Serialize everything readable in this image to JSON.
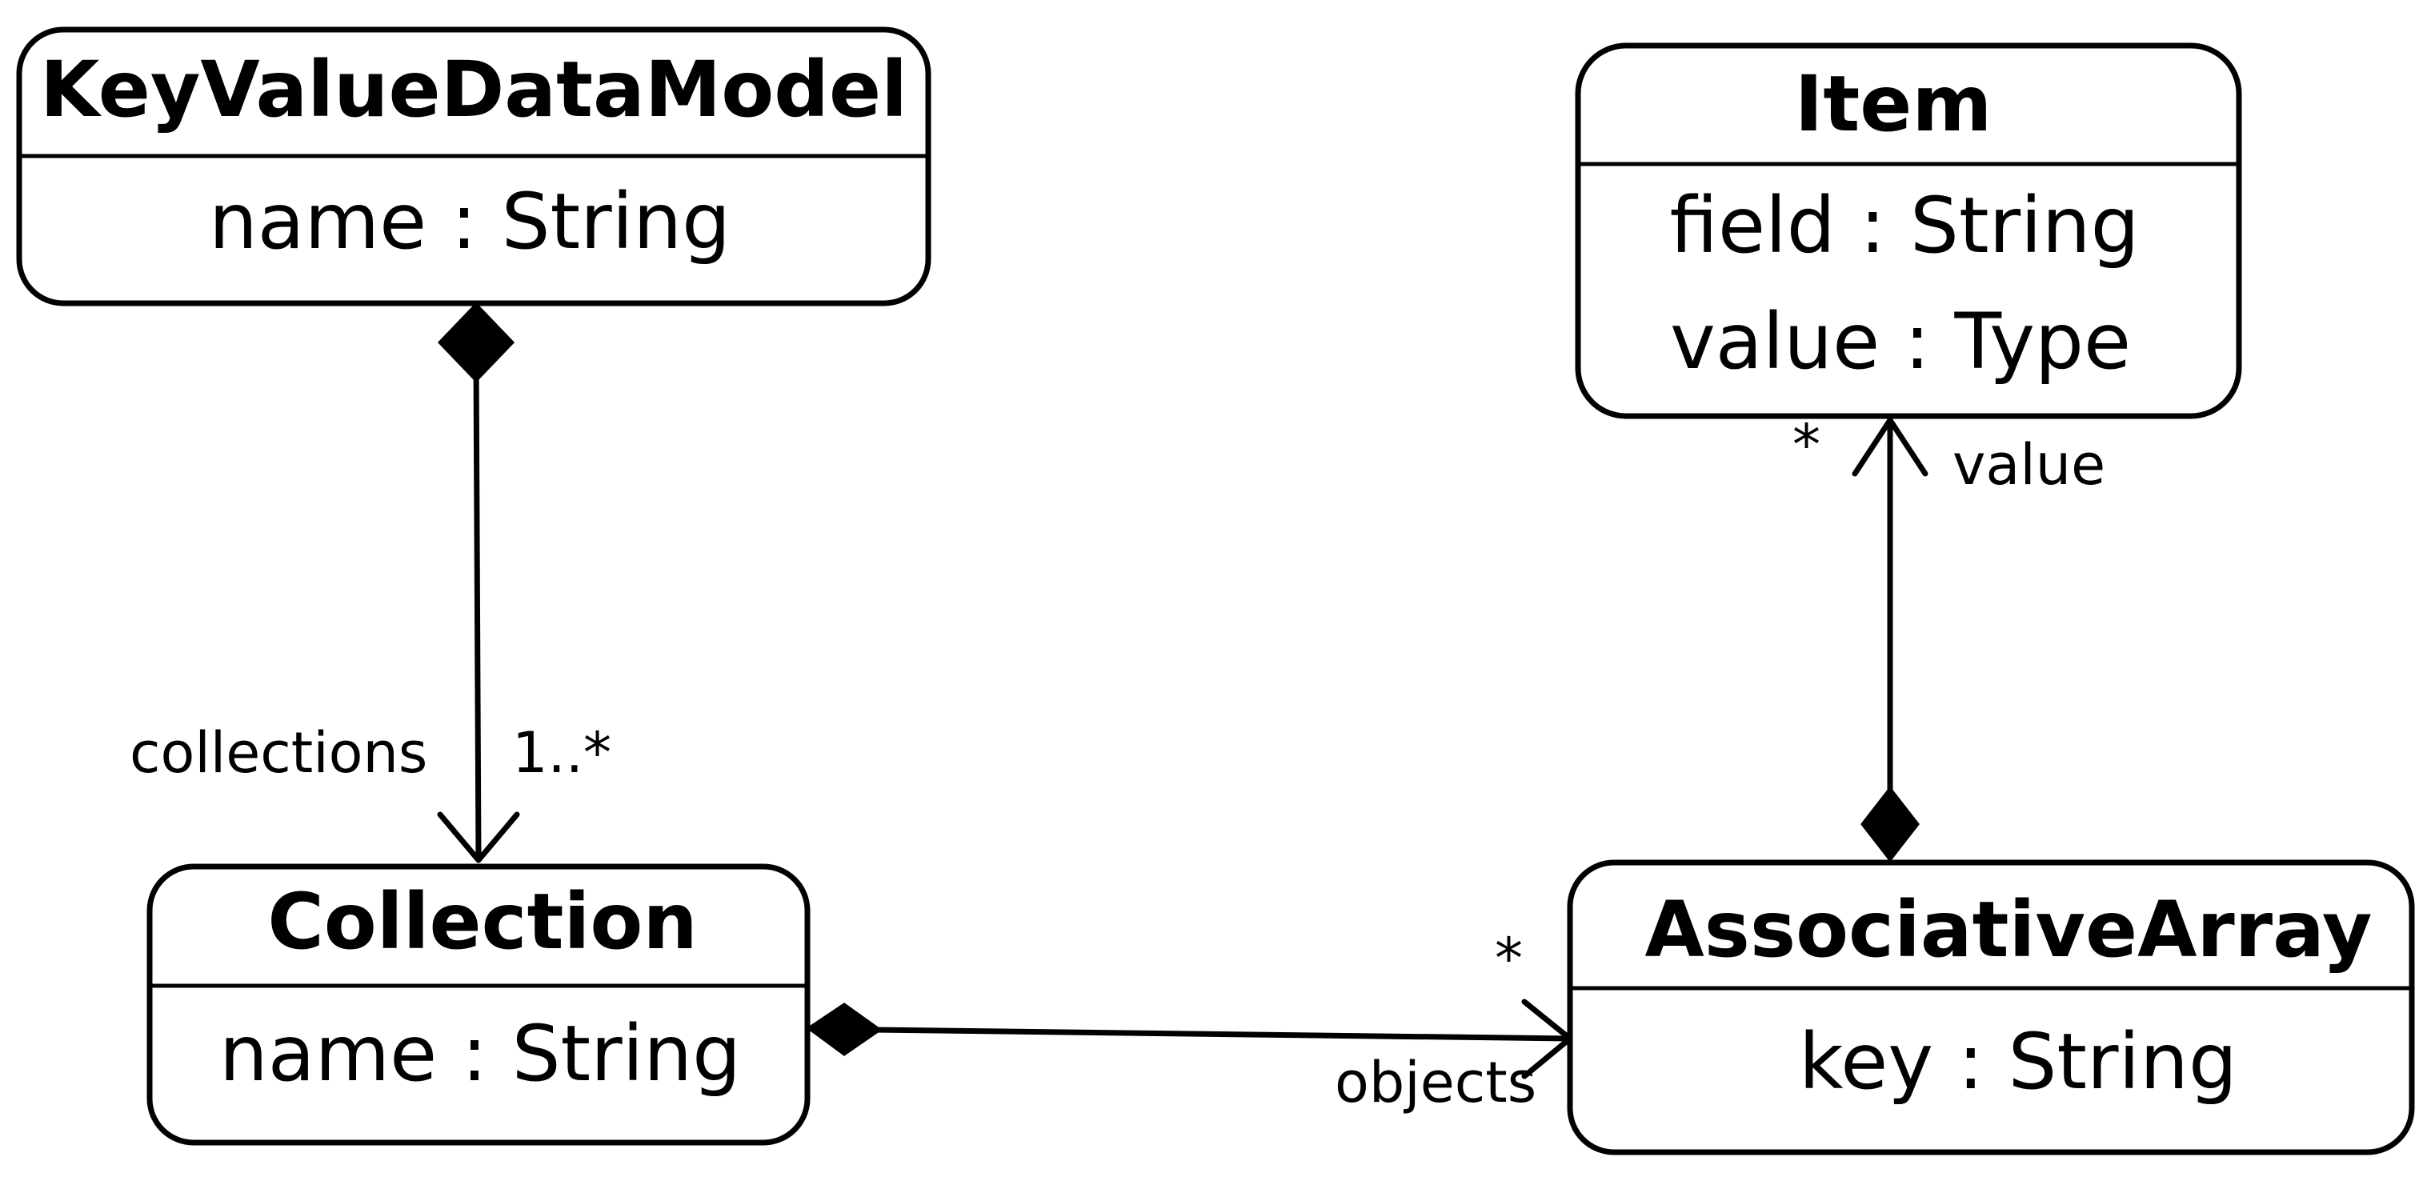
{
  "classes": {
    "key_value_data_model": {
      "name": "KeyValueDataModel",
      "attributes": [
        "name : String"
      ]
    },
    "item": {
      "name": "Item",
      "attributes": [
        "field : String",
        "value : Type"
      ]
    },
    "collection": {
      "name": "Collection",
      "attributes": [
        "name : String"
      ]
    },
    "associative_array": {
      "name": "AssociativeArray",
      "attributes": [
        "key : String"
      ]
    }
  },
  "associations": {
    "model_collections": {
      "role": "collections",
      "multiplicity": "1..*"
    },
    "collection_objects": {
      "role": "objects",
      "multiplicity": "*"
    },
    "array_value": {
      "role": "value",
      "multiplicity": "*"
    }
  }
}
